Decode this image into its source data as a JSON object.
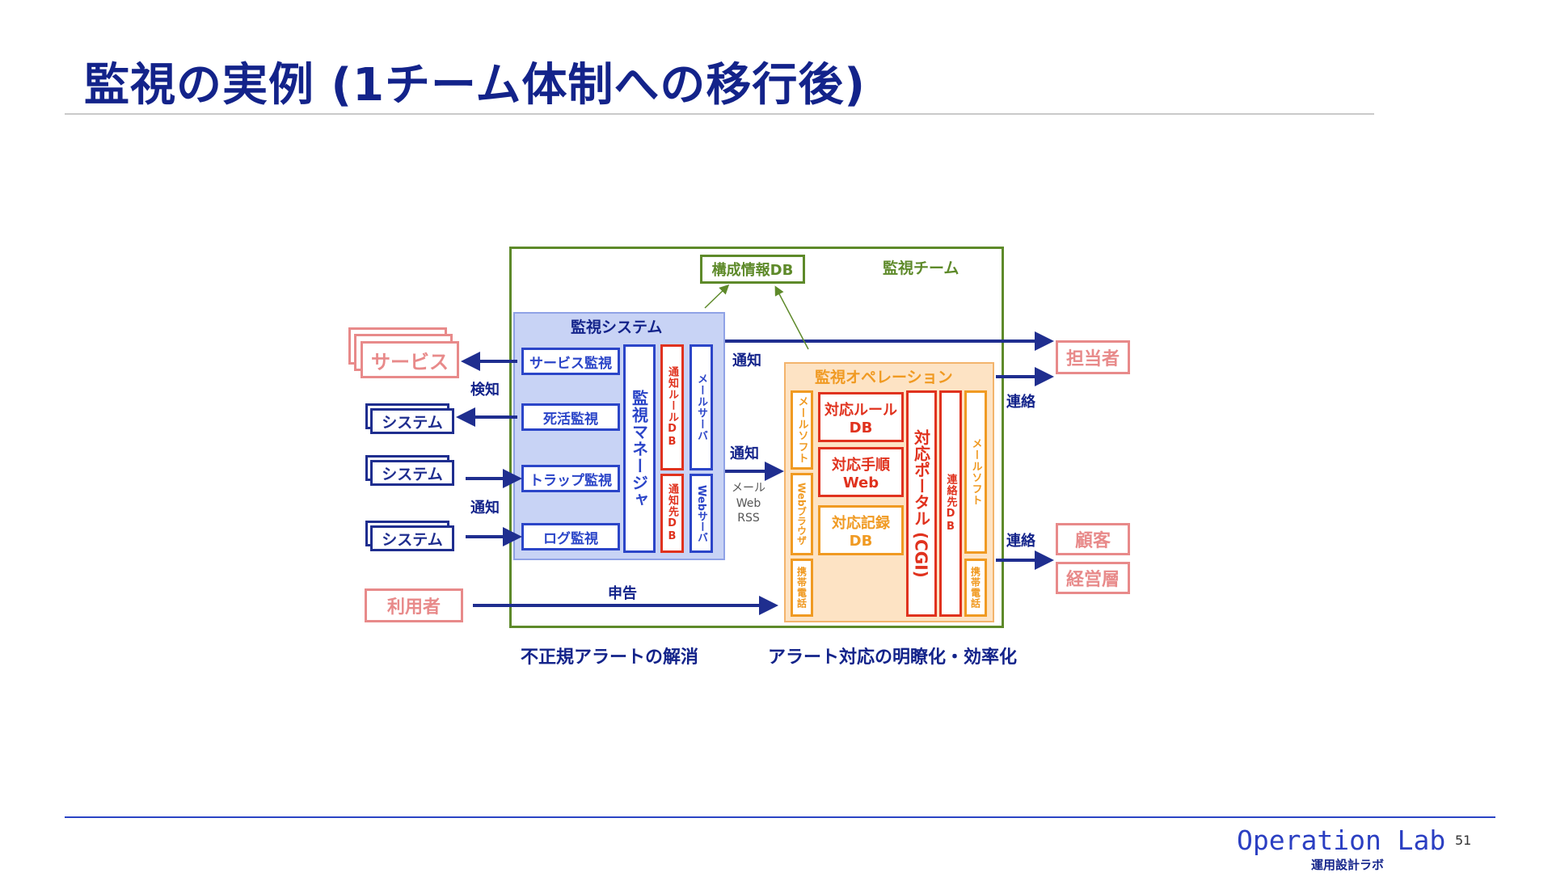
{
  "title": "監視の実例 (1チーム体制への移行後)",
  "footer": {
    "brand": "Operation Lab",
    "brand_sub": "運用設計ラボ",
    "page": "51"
  },
  "diagram": {
    "team_label": "監視チーム",
    "config_db": "構成情報DB",
    "system": {
      "title": "監視システム",
      "items": [
        "サービス監視",
        "死活監視",
        "トラップ監視",
        "ログ監視"
      ],
      "manager": "監視マネージャ",
      "notify_rule_db": "通知ルールDB",
      "notify_dest_db": "通知先DB",
      "mail_server": "メールサーバ",
      "web_server": "Webサーバ"
    },
    "operation": {
      "title": "監視オペレーション",
      "mail_soft_left": "メールソフト",
      "web_browser": "Webブラウザ",
      "mobile_left": "携帯電話",
      "rule_db": [
        "対応ルール",
        "DB"
      ],
      "procedure_web": [
        "対応手順",
        "Web"
      ],
      "record_db": [
        "対応記録",
        "DB"
      ],
      "portal": "対応ポータル (CGI)",
      "contact_db": "連絡先DB",
      "mail_soft_right": "メールソフト",
      "mobile_right": "携帯電話"
    },
    "left": {
      "service": "サービス",
      "systems": [
        "システム",
        "システム",
        "システム"
      ],
      "user": "利用者"
    },
    "right": {
      "owner": "担当者",
      "customer": "顧客",
      "management": "経営層"
    },
    "labels": {
      "detect": "検知",
      "notify_in": "通知",
      "notify_top": "通知",
      "notify_mid": "通知",
      "notify_methods": [
        "メール",
        "Web",
        "RSS"
      ],
      "contact_top": "連絡",
      "contact_bottom": "連絡",
      "report": "申告"
    },
    "captions": {
      "left": "不正規アラートの解消",
      "right": "アラート対応の明瞭化・効率化"
    }
  },
  "colors": {
    "navy": "#1f2e8f",
    "pink": "#e88a8a",
    "team_green": "#5e8a2a",
    "system_fill": "#c8d3f5",
    "operation_fill": "#fde3c4",
    "red": "#e0321e",
    "orange": "#f09a22"
  }
}
